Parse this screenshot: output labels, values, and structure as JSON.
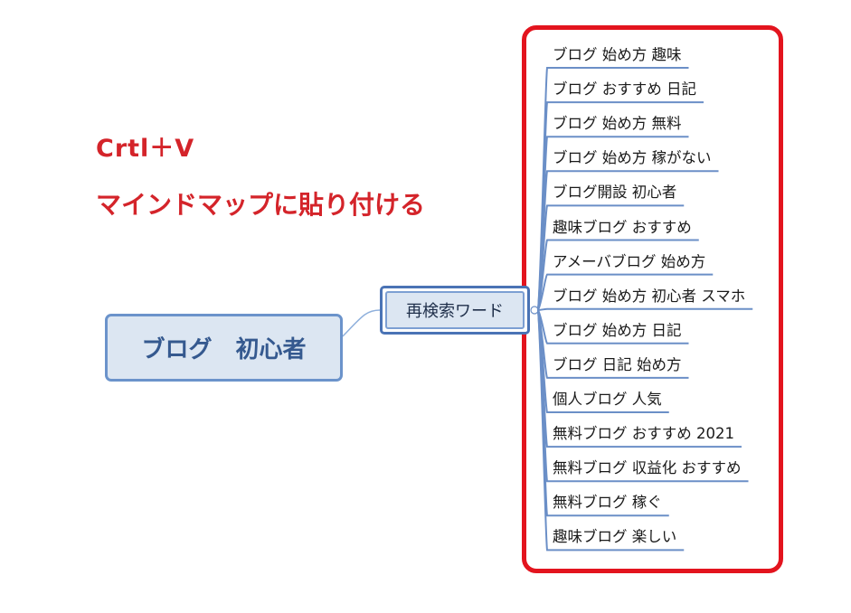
{
  "instructions": {
    "line1": "Crtl＋V",
    "line2": "マインドマップに貼り付ける"
  },
  "root": {
    "label": "ブログ　初心者"
  },
  "branch": {
    "label": "再検索ワード"
  },
  "keywords": [
    "ブログ 始め方 趣味",
    "ブログ おすすめ 日記",
    "ブログ 始め方 無料",
    "ブログ 始め方 稼がない",
    "ブログ開設 初心者",
    "趣味ブログ おすすめ",
    "アメーバブログ 始め方",
    "ブログ 始め方 初心者 スマホ",
    "ブログ 始め方 日記",
    "ブログ 日記 始め方",
    "個人ブログ 人気",
    "無料ブログ おすすめ 2021",
    "無料ブログ 収益化 おすすめ",
    "無料ブログ 稼ぐ",
    "趣味ブログ 楽しい"
  ],
  "colors": {
    "highlight_frame": "#e3141e",
    "instruction_text": "#d4242a",
    "node_fill": "#dce6f2",
    "connector": "#6b8fc7"
  }
}
